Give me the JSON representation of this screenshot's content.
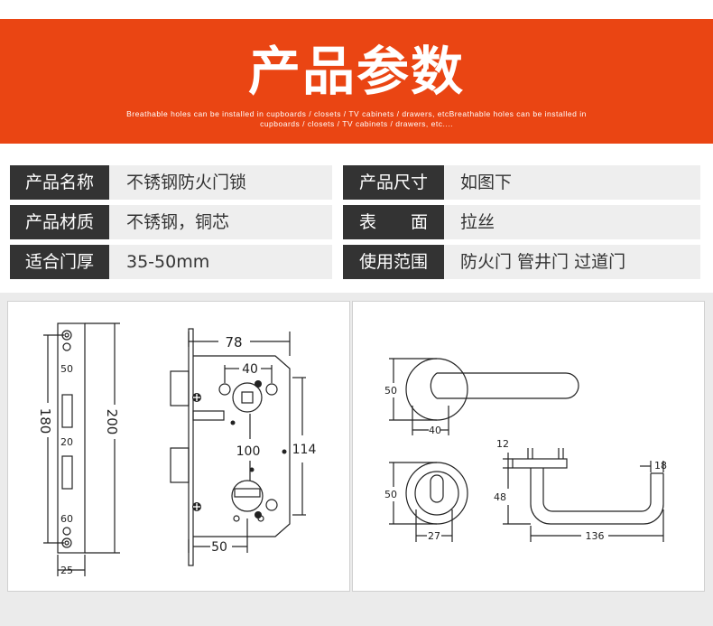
{
  "banner": {
    "title": "产品参数",
    "subtitle": "Breathable holes can be installed in cupboards / closets / TV cabinets / drawers, etcBreathable holes can be installed in cupboards / closets / TV cabinets / drawers, etc...."
  },
  "specs": [
    {
      "label": "产品名称",
      "value": "不锈钢防火门锁"
    },
    {
      "label": "产品尺寸",
      "value": "如图下"
    },
    {
      "label": "产品材质",
      "value": "不锈钢，铜芯"
    },
    {
      "label": "表　　面",
      "value": "拉丝"
    },
    {
      "label": "适合门厚",
      "value": "35-50mm"
    },
    {
      "label": "使用范围",
      "value": "防火门 管井门 过道门"
    }
  ],
  "diagram_left": {
    "faceplate": {
      "d200": "200",
      "d180": "180",
      "d50": "50",
      "d20": "20",
      "d60": "60",
      "d25": "25"
    },
    "body": {
      "d78": "78",
      "d40": "40",
      "d100": "100",
      "d114": "114",
      "d50": "50"
    }
  },
  "diagram_right": {
    "rosette": {
      "d50": "50",
      "d40": "40"
    },
    "escutcheon": {
      "d50": "50",
      "d27": "27"
    },
    "lever": {
      "d12": "12",
      "d48": "48",
      "d18": "18",
      "d136": "136"
    }
  }
}
